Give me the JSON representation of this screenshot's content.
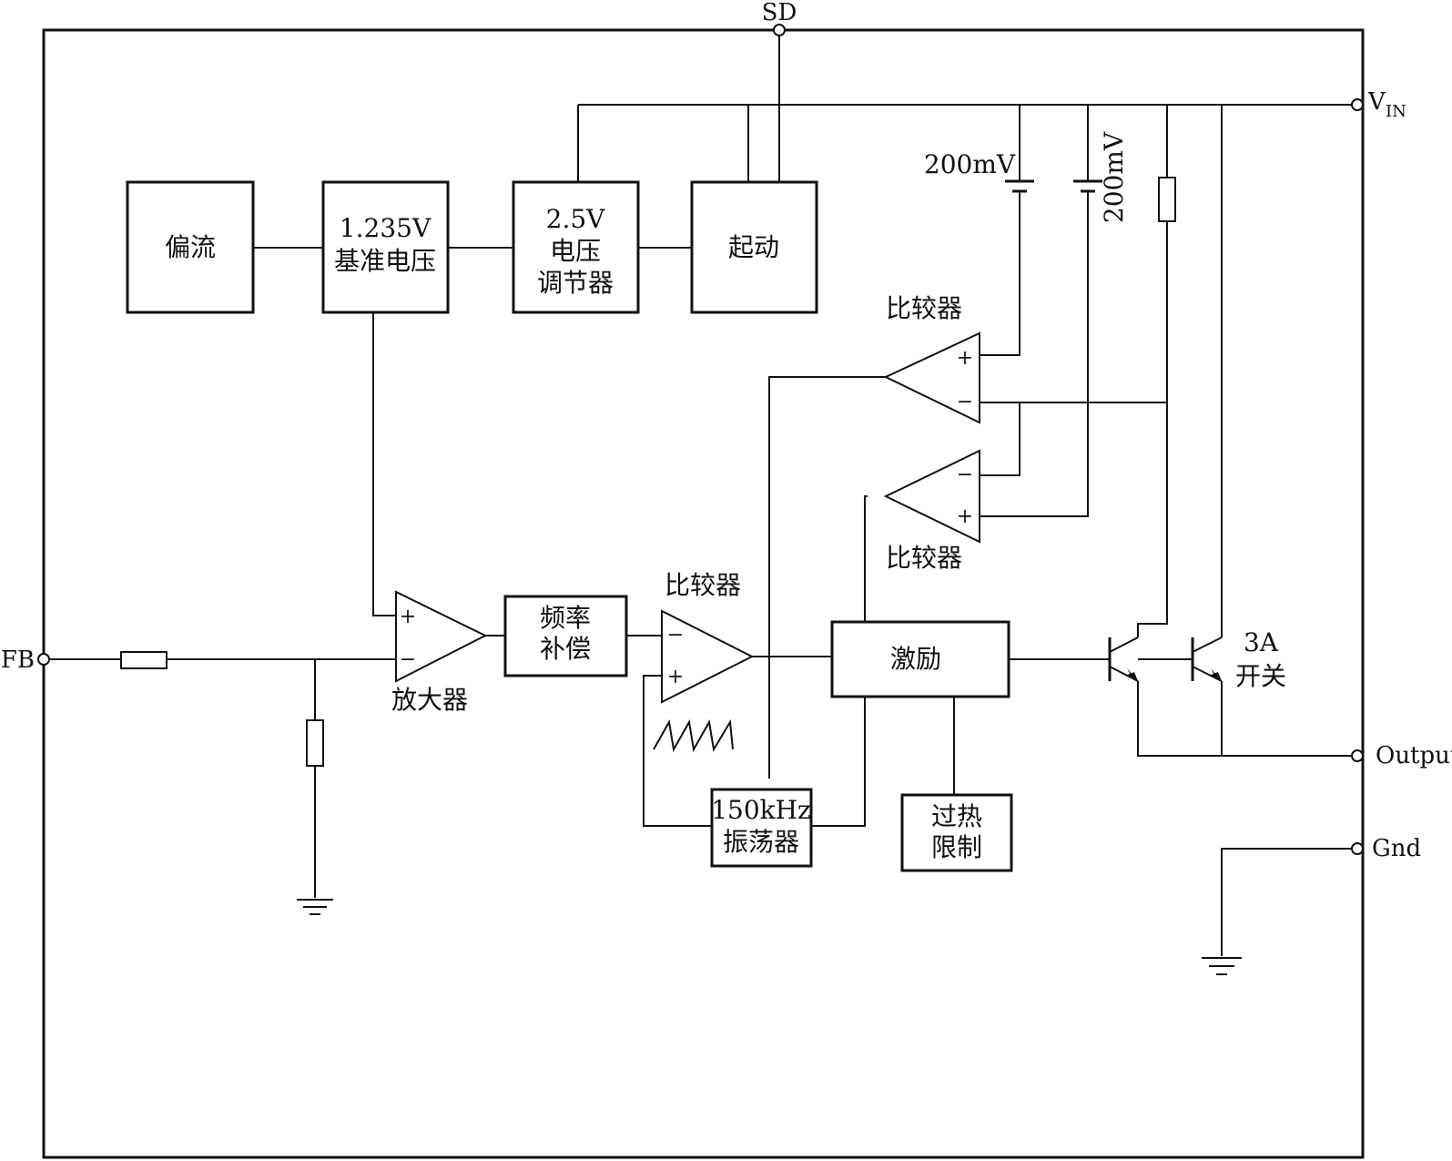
{
  "pins": {
    "sd": "SD",
    "vin_main": "V",
    "vin_sub": "IN",
    "fb": "FB",
    "output": "Output",
    "gnd": "Gnd"
  },
  "blocks": {
    "bias": [
      "偏流"
    ],
    "reference": [
      "1.235V",
      "基准电压"
    ],
    "regulator": [
      "2.5V",
      "电压",
      "调节器"
    ],
    "startup": [
      "起动"
    ],
    "freq_comp": [
      "频率",
      "补偿"
    ],
    "driver": [
      "激励"
    ],
    "oscillator": [
      "150kHz",
      "振荡器"
    ],
    "thermal": [
      "过热",
      "限制"
    ]
  },
  "labels": {
    "comparator_top": "比较器",
    "comparator_mid": "比较器",
    "comparator_pwm": "比较器",
    "amplifier": "放大器",
    "switch_rating": "3A",
    "switch_name": "开关",
    "ref_200mv_a": "200mV",
    "ref_200mv_b": "200mV"
  },
  "symbols": {
    "plus": "+",
    "minus": "−"
  },
  "colors": {
    "line": "#111111",
    "background": "#ffffff"
  }
}
